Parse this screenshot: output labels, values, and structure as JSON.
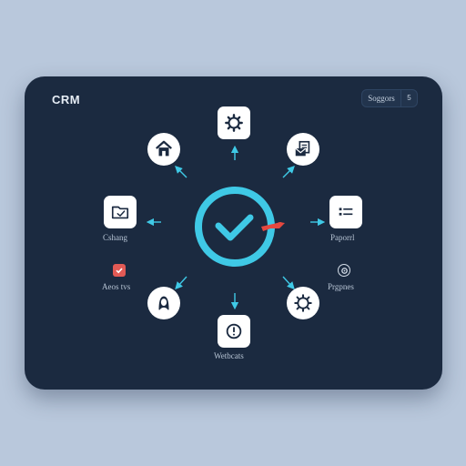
{
  "app": {
    "title": "CRM"
  },
  "header": {
    "label": "Soggors",
    "count": "5"
  },
  "nodes": {
    "top": {
      "icon": "settings-gear-icon"
    },
    "home": {
      "icon": "home-icon"
    },
    "mail": {
      "icon": "mail-doc-icon"
    },
    "left": {
      "label": "Cshang",
      "icon": "folder-icon"
    },
    "right": {
      "label": "Paporrl",
      "icon": "list-toggle-icon"
    },
    "alerts": {
      "label": "Aeos tvs",
      "icon": "check-badge-icon"
    },
    "progress": {
      "label": "Prgpnes",
      "icon": "progress-icon"
    },
    "profile": {
      "icon": "user-profile-icon"
    },
    "gear2": {
      "icon": "gear-icon"
    },
    "bottom": {
      "label": "Wetbcats",
      "icon": "clock-icon"
    }
  },
  "hub": {
    "icon": "checkmark-ring-icon"
  },
  "colors": {
    "background": "#b9c8dc",
    "panel": "#1b2a40",
    "accent": "#3fc9e6",
    "highlight": "#e5483f",
    "badge": "#e25a55"
  }
}
